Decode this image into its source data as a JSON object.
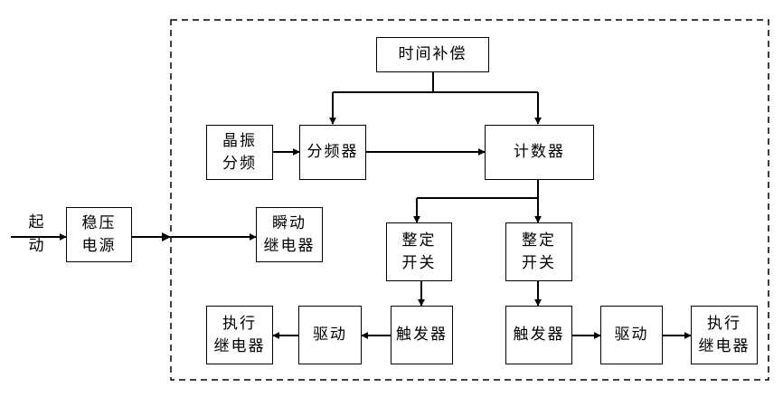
{
  "input_label": {
    "line1": "起",
    "line2": "动"
  },
  "blocks": {
    "regulated_power": {
      "line1": "稳压",
      "line2": "电源"
    },
    "instant_relay": {
      "line1": "瞬动",
      "line2": "继电器"
    },
    "time_compensation": {
      "line1": "时间补偿"
    },
    "crystal_divider": {
      "line1": "晶振",
      "line2": "分频"
    },
    "frequency_divider": {
      "line1": "分频器"
    },
    "counter": {
      "line1": "计数器"
    },
    "setting_switch_left": {
      "line1": "整定",
      "line2": "开关"
    },
    "setting_switch_right": {
      "line1": "整定",
      "line2": "开关"
    },
    "trigger_left": {
      "line1": "触发器"
    },
    "trigger_right": {
      "line1": "触发器"
    },
    "driver_left": {
      "line1": "驱动"
    },
    "driver_right": {
      "line1": "驱动"
    },
    "exec_relay_left": {
      "line1": "执行",
      "line2": "继电器"
    },
    "exec_relay_right": {
      "line1": "执行",
      "line2": "继电器"
    }
  },
  "colors": {
    "stroke": "#000000",
    "background": "#ffffff"
  }
}
